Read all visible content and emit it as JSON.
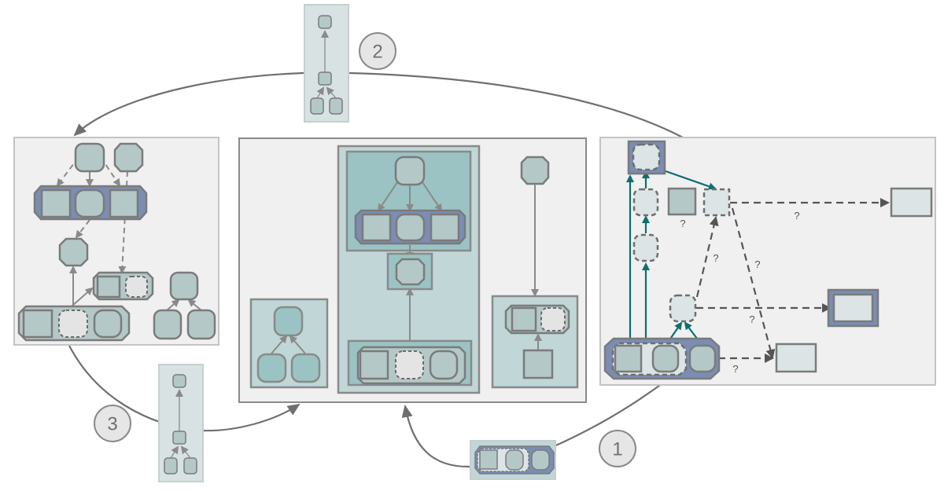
{
  "diagram": {
    "steps": [
      {
        "label": "1"
      },
      {
        "label": "2"
      },
      {
        "label": "3"
      }
    ],
    "uncertain_edge_label": "?",
    "right_panel_labels": [
      "?",
      "?",
      "?",
      "?",
      "?",
      "?"
    ],
    "colors": {
      "panel_fill": "#f0f0f0",
      "node_fill": "#b5c8c8",
      "group_teal": "#9bc3c3",
      "group_pale": "#c0d6d7",
      "highlight_blue": "#7b8db3",
      "teal_edge": "#0f6e6e",
      "dashed_edge": "#555555"
    }
  }
}
